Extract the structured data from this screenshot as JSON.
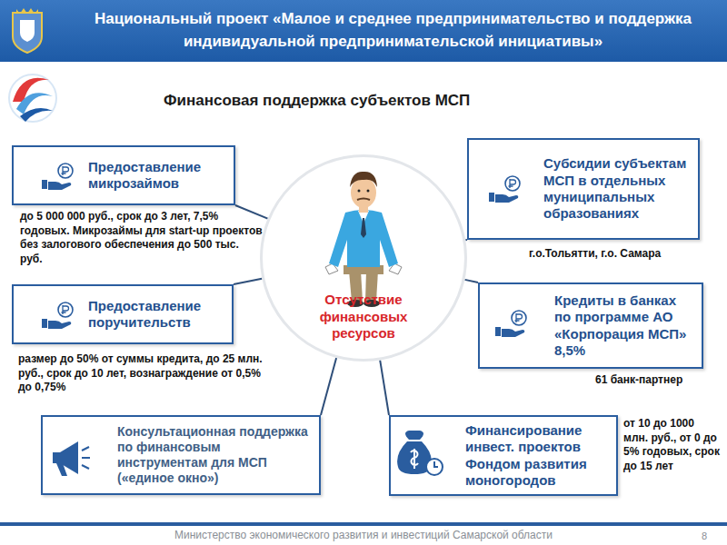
{
  "diagram": {
    "title": "Национальный проект «Малое и среднее предпринимательство и поддержка индивидуальной предпринимательской инициативы»",
    "caption": "Министерство экономического развития и инвестиций Самарской области",
    "nodes": [
      {
        "text": [
          "Отсутствие финансовых ресурсов"
        ]
      },
      {
        "text": [
          "Предоставление микрозаймов"
        ]
      },
      {
        "text": [
          "Субсидии субъектам МСП в отдельных муниципальных образованиях"
        ]
      },
      {
        "text": [
          "Предоставление поручительств"
        ]
      },
      {
        "text": [
          "Кредиты в банках по программе АО «Корпорация МСП» 8,5%"
        ]
      },
      {
        "text": [
          "Консультационная поддержка по финансовым инструментам для МСП («единое окно»)"
        ]
      },
      {
        "text": [
          "Финансирование инвест. проектов Фондом развития моногородов"
        ]
      }
    ],
    "edges": [
      {
        "from": 0,
        "to": 1,
        "arrow": "none"
      },
      {
        "from": 0,
        "to": 2,
        "arrow": "none"
      },
      {
        "from": 0,
        "to": 3,
        "arrow": "none"
      },
      {
        "from": 0,
        "to": 4,
        "arrow": "none"
      },
      {
        "from": 0,
        "to": 5,
        "arrow": "none"
      },
      {
        "from": 0,
        "to": 6,
        "arrow": "none"
      }
    ],
    "labels": [
      "Финансовая поддержка субъектов МСП",
      "до 5 000 000 руб., срок до 3 лет, 7,5% годовых. Микрозаймы для start-up проектов без залогового обеспечения до 500 тыс. руб.",
      "г.о.Тольятти, г.о. Самара",
      "размер до 50% от суммы кредита, до 25 млн. руб., срок до 10 лет, вознаграждение от 0,5% до 0,75%",
      "61 банк-партнер",
      "от 10 до 1000 млн. руб., от 0 до 5% годовых, срок до 15 лет",
      "8"
    ]
  }
}
